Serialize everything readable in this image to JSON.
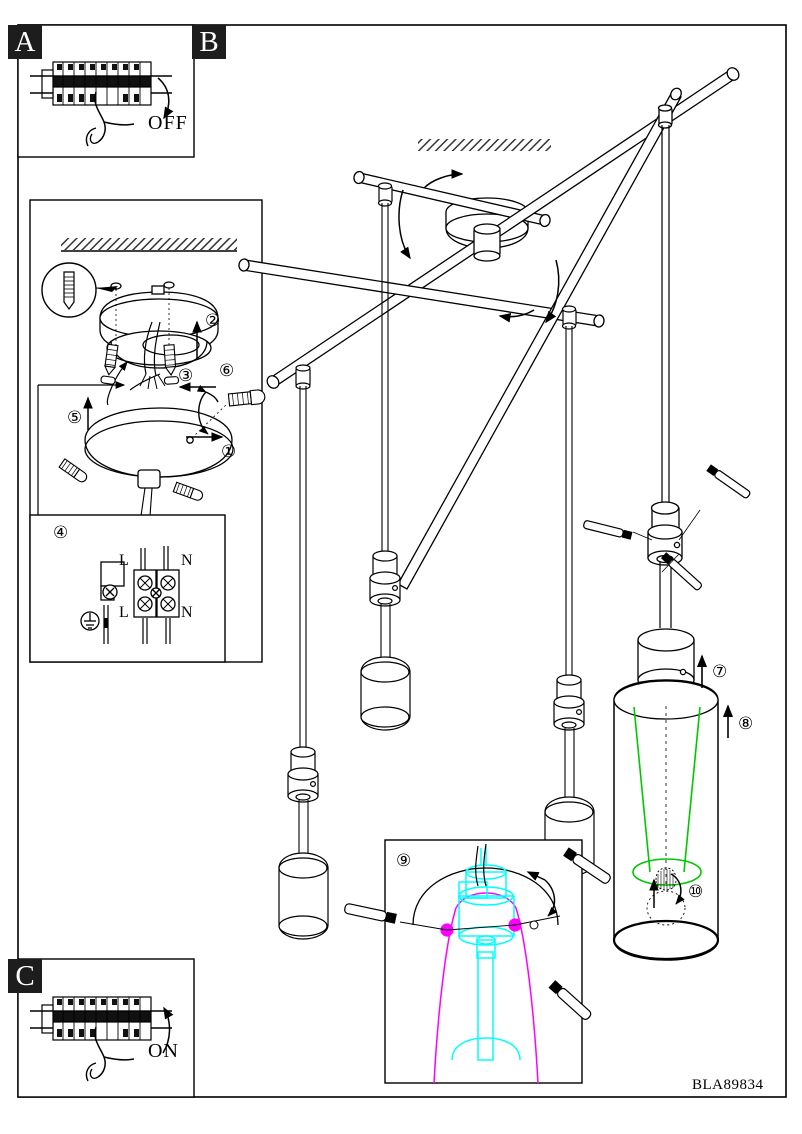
{
  "document": {
    "type": "lighting-installation-instruction-sheet",
    "part_number": "BLA89834",
    "product": "4-light pendant lamp with adjustable crossbars and cylindrical shades"
  },
  "panels": [
    {
      "id": "A",
      "label": "A",
      "caption": "OFF",
      "description": "Finger switching circuit breaker to the OFF position, arrow curving downward"
    },
    {
      "id": "B",
      "label": "B",
      "description": "Main assembly view of the pendant luminaire mounted to the ceiling"
    },
    {
      "id": "C",
      "label": "C",
      "caption": "ON",
      "description": "Finger switching circuit breaker to the ON position, arrow curving upward"
    }
  ],
  "labels": {
    "off": "OFF",
    "on": "ON",
    "part_number": "BLA89834",
    "live_top": "L",
    "neutral_top": "N",
    "live_bottom": "L",
    "neutral_bottom": "N"
  },
  "steps": [
    {
      "number": "①",
      "name": "step-1",
      "note": "tighten canopy screw"
    },
    {
      "number": "②",
      "name": "step-2",
      "note": "lift base plate to ceiling"
    },
    {
      "number": "③",
      "name": "step-3",
      "note": "insert wall plugs and screws"
    },
    {
      "number": "④",
      "name": "step-4",
      "note": "terminal block wiring L / N / earth"
    },
    {
      "number": "⑤",
      "name": "step-5",
      "note": "raise canopy cover"
    },
    {
      "number": "⑥",
      "name": "step-6",
      "note": "turn and secure canopy screw"
    },
    {
      "number": "⑦",
      "name": "step-7",
      "note": "slide shade collar upward"
    },
    {
      "number": "⑧",
      "name": "step-8",
      "note": "slide shade upward"
    },
    {
      "number": "⑨",
      "name": "step-9",
      "note": "detail of lamp holder and shade fixing screws"
    },
    {
      "number": "⑩",
      "name": "step-10",
      "note": "insert and turn bulb"
    }
  ],
  "colors": {
    "line": "#000000",
    "green": "#00c800",
    "cyan": "#00ffff",
    "magenta": "#ff00ff",
    "badge_bg": "#1d1d1d",
    "badge_text": "#ffffff",
    "hatch": "#333333"
  },
  "symbols": {
    "earth": "⏚",
    "wall_anchor": "wall-plug-magnified-detail"
  }
}
